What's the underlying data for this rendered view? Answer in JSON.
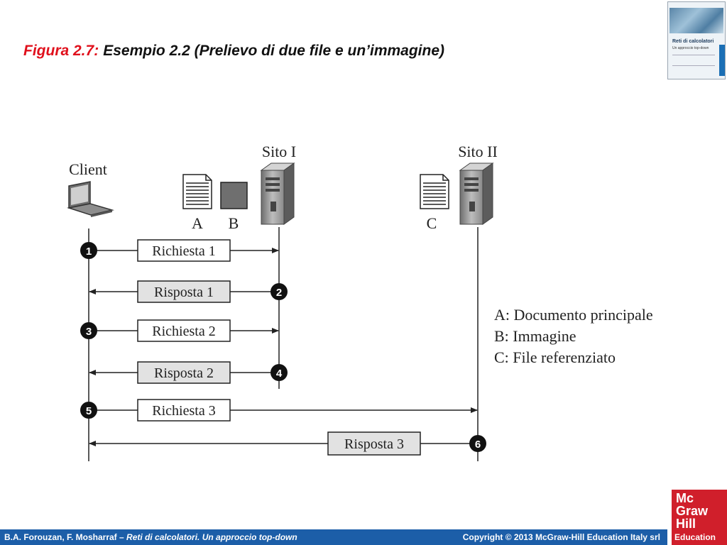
{
  "slide": {
    "figure_label": "Figura 2.7:",
    "title": "Esempio 2.2 (Prelievo di due file e un’immagine)"
  },
  "book_cover": {
    "title": "Reti di calcolatori",
    "subtitle": "Un approccio top-down"
  },
  "diagram": {
    "client_label": "Client",
    "site1_label": "Sito I",
    "site2_label": "Sito II",
    "doc_a_label": "A",
    "img_b_label": "B",
    "doc_c_label": "C",
    "steps": [
      {
        "number": "1",
        "label": "Richiesta 1"
      },
      {
        "number": "2",
        "label": "Risposta 1"
      },
      {
        "number": "3",
        "label": "Richiesta 2"
      },
      {
        "number": "4",
        "label": "Risposta 2"
      },
      {
        "number": "5",
        "label": "Richiesta 3"
      },
      {
        "number": "6",
        "label": "Risposta 3"
      }
    ],
    "legend": [
      "A: Documento principale",
      "B: Immagine",
      "C: File referenziato"
    ]
  },
  "footer": {
    "authors": "B.A. Forouzan, F. Mosharraf –",
    "book": "Reti di calcolatori. Un approccio top-down",
    "copyright": "Copyright © 2013 McGraw-Hill Education Italy srl"
  },
  "logo": {
    "line1": "Mc",
    "line2": "Graw",
    "line3": "Hill",
    "line4": "Education"
  }
}
